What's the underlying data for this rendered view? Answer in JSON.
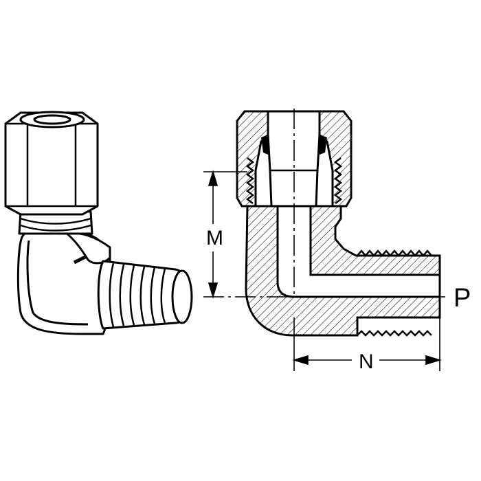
{
  "drawing": {
    "colors": {
      "ink": "#000000",
      "paper": "#ffffff"
    },
    "labels": {
      "m": "M",
      "n": "N",
      "p": "P"
    }
  }
}
